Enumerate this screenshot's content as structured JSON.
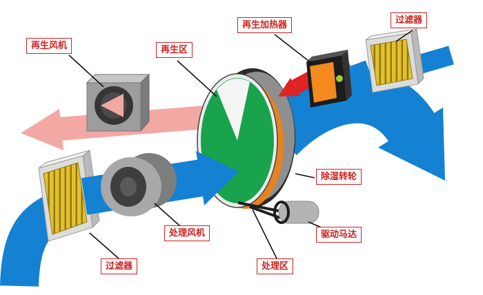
{
  "diagram": {
    "labels": {
      "regen_fan": "再生风机",
      "regen_zone": "再生区",
      "regen_heater": "再生加热器",
      "filter_top": "过滤器",
      "dehumidifier_wheel": "除湿转轮",
      "drive_motor": "驱动马达",
      "process_zone": "处理区",
      "process_fan": "处理风机",
      "filter_bottom": "过滤器"
    },
    "colors": {
      "process_air_blue": "#1581d3",
      "regen_exhaust_pink": "#f3a8a3",
      "hot_air_red": "#e02222",
      "wheel_green": "#18a34c",
      "heater_orange": "#f28a1e",
      "filter_yellow": "#e5c02e",
      "label_red": "#cf1f1f"
    }
  }
}
